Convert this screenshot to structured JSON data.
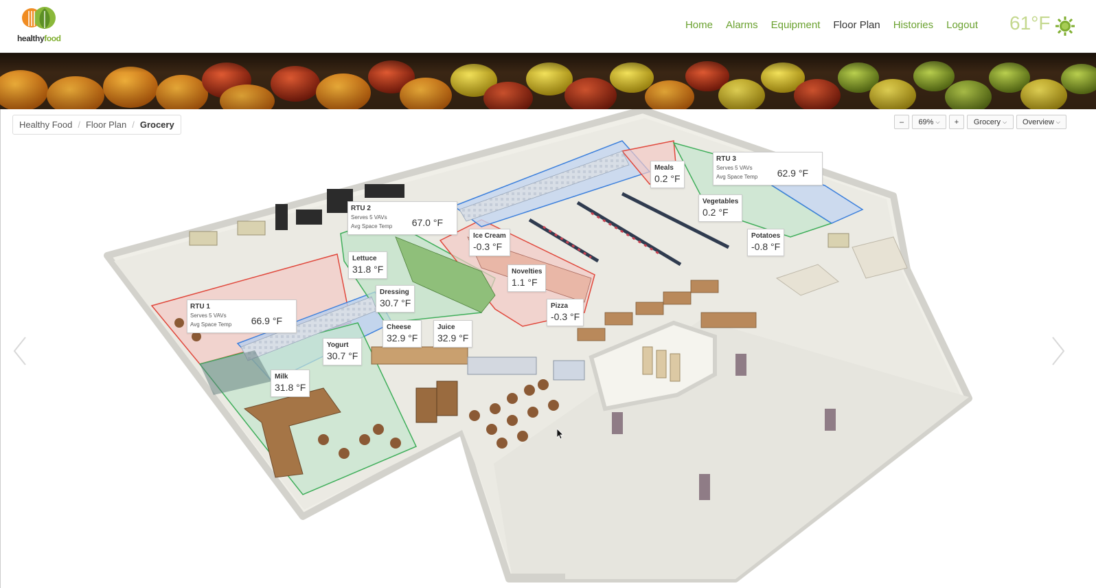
{
  "header": {
    "logo": {
      "text_a": "healthy",
      "text_b": "food"
    },
    "nav": [
      "Home",
      "Alarms",
      "Equipment",
      "Floor Plan",
      "Histories",
      "Logout"
    ],
    "active_nav": "Floor Plan",
    "weather": {
      "temp": "61°F",
      "icon": "sun-icon"
    }
  },
  "breadcrumb": {
    "items": [
      "Healthy Food",
      "Floor Plan"
    ],
    "current": "Grocery"
  },
  "controls": {
    "zoom_out": "–",
    "zoom": "69%",
    "zoom_in": "+",
    "floor": "Grocery",
    "view": "Overview"
  },
  "rtus": [
    {
      "name": "RTU 1",
      "serves": "Serves 5 VAVs",
      "metric": "Avg Space Temp",
      "temp": "66.9 °F"
    },
    {
      "name": "RTU 2",
      "serves": "Serves 5 VAVs",
      "metric": "Avg Space Temp",
      "temp": "67.0 °F"
    },
    {
      "name": "RTU 3",
      "serves": "Serves 5 VAVs",
      "metric": "Avg Space Temp",
      "temp": "62.9 °F"
    }
  ],
  "zones": [
    {
      "name": "Meals",
      "temp": "0.2 °F"
    },
    {
      "name": "Vegetables",
      "temp": "0.2 °F"
    },
    {
      "name": "Potatoes",
      "temp": "-0.8 °F"
    },
    {
      "name": "Ice Cream",
      "temp": "-0.3 °F"
    },
    {
      "name": "Novelties",
      "temp": "1.1 °F"
    },
    {
      "name": "Pizza",
      "temp": "-0.3 °F"
    },
    {
      "name": "Lettuce",
      "temp": "31.8 °F"
    },
    {
      "name": "Dressing",
      "temp": "30.7 °F"
    },
    {
      "name": "Cheese",
      "temp": "32.9 °F"
    },
    {
      "name": "Juice",
      "temp": "32.9 °F"
    },
    {
      "name": "Yogurt",
      "temp": "30.7 °F"
    },
    {
      "name": "Milk",
      "temp": "31.8 °F"
    }
  ],
  "colors": {
    "accent": "#6aa12f",
    "zone_red": "#e0483c",
    "zone_blue": "#3b7fdc",
    "zone_green": "#3fae5a"
  }
}
